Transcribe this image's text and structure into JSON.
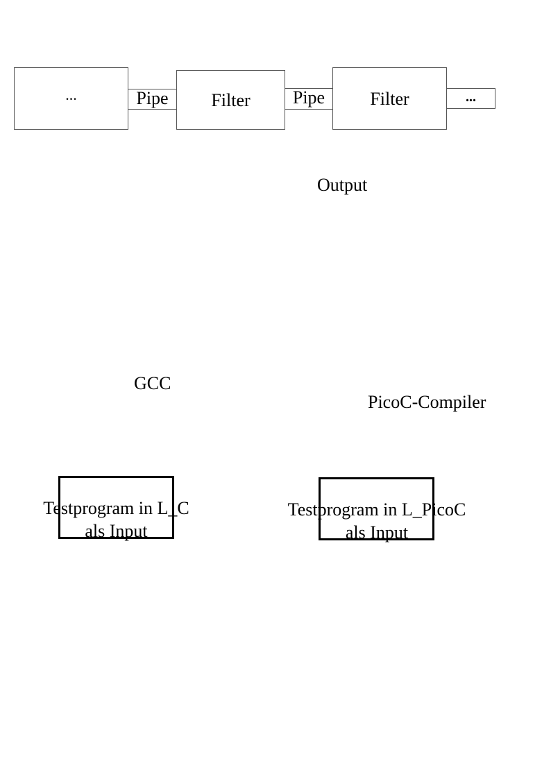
{
  "pipeline": {
    "start_ellipsis": "...",
    "pipe1_label": "Pipe",
    "filter1_label": "Filter",
    "pipe2_label": "Pipe",
    "filter2_label": "Filter",
    "end_ellipsis": "..."
  },
  "labels": {
    "output": "Output",
    "gcc": "GCC",
    "picoc_compiler": "PicoC-Compiler"
  },
  "testprograms": {
    "left_line1": "Testprogram in L_C",
    "left_line2": "als Input",
    "right_line1": "Testprogram in L_PicoC",
    "right_line2": "als Input"
  }
}
